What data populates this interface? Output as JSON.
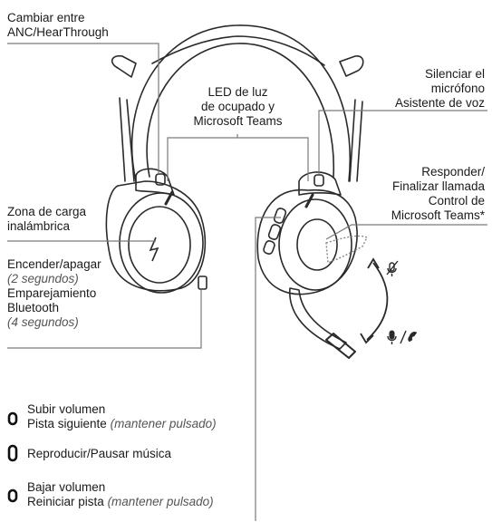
{
  "labels": {
    "anc_line1": "Cambiar entre",
    "anc_line2": "ANC/HearThrough",
    "led_line1": "LED de luz",
    "led_line2": "de ocupado y",
    "led_line3": "Microsoft Teams",
    "mute_line1": "Silenciar el",
    "mute_line2": "micrófono",
    "mute_line3": "Asistente de voz",
    "answer_line1": "Responder/",
    "answer_line2": "Finalizar llamada",
    "answer_line3": "Control de",
    "answer_line4": "Microsoft Teams*",
    "wireless_line1": "Zona de carga",
    "wireless_line2": "inalámbrica",
    "power_line1": "Encender/apagar",
    "power_line2": "(2 segundos)",
    "pair_line1": "Emparejamiento",
    "pair_line2": "Bluetooth",
    "pair_line3": "(4 segundos)"
  },
  "buttons": {
    "vol_up_label": "Subir volumen",
    "vol_up_sub": "Pista siguiente",
    "vol_up_hold": "(mantener pulsado)",
    "play_label": "Reproducir/Pausar música",
    "vol_down_label": "Bajar volumen",
    "vol_down_sub": "Reiniciar pista",
    "vol_down_hold": "(mantener pulsado)"
  },
  "icons": {
    "boom_mute": "mic-muted-icon",
    "boom_active": "mic-and-phone-icon",
    "charging": "lightning-icon"
  },
  "colors": {
    "line": "#7a7a7a",
    "stroke": "#2a2a2a",
    "text": "#1a1a1a"
  }
}
